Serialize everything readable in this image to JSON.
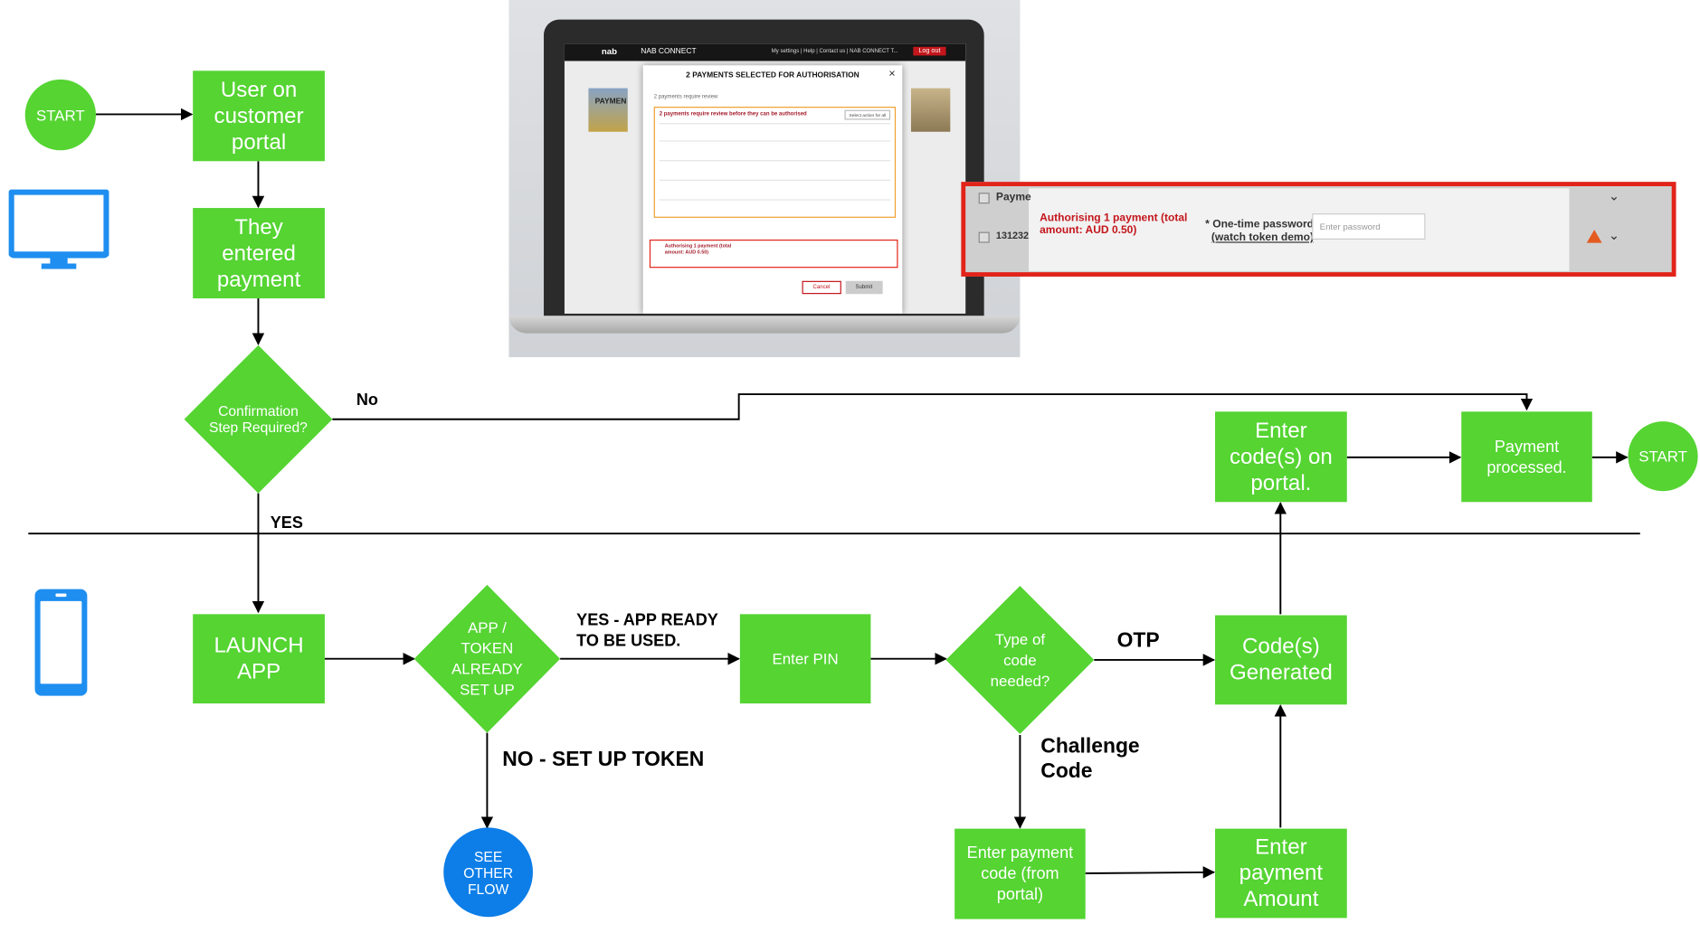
{
  "colors": {
    "node_green": "#55d432",
    "node_blue": "#0d7ee8",
    "device_blue": "#1e8ef0",
    "callout_red": "#e2231a",
    "line": "#000000"
  },
  "nodes": {
    "start_top": "START",
    "user_portal": "User on customer portal",
    "entered_payment": "They entered payment",
    "confirmation": "Confirmation Step Required?",
    "launch_app": "LAUNCH APP",
    "app_token": "APP / TOKEN ALREADY SET UP",
    "enter_pin": "Enter PIN",
    "type_code": "Type of code needed?",
    "codes_generated": "Code(s) Generated",
    "enter_codes_portal": "Enter code(s) on portal.",
    "payment_processed": "Payment processed.",
    "start_end": "START",
    "see_other_flow": "SEE OTHER FLOW",
    "enter_payment_code": "Enter payment code (from portal)",
    "enter_payment_amount": "Enter payment Amount"
  },
  "edge_labels": {
    "no": "No",
    "yes": "YES",
    "yes_app_ready": "YES - APP READY TO BE USED.",
    "no_setup_token": "NO - SET UP TOKEN",
    "otp": "OTP",
    "challenge_code": "Challenge Code"
  },
  "icons": {
    "desktop": "desktop-monitor-icon",
    "mobile": "mobile-phone-icon",
    "warning": "warning-triangle-icon",
    "close": "close-icon"
  },
  "screenshot": {
    "brand": "nab",
    "system": "NAB CONNECT",
    "nav_links": "My settings | Help | Contact us | NAB CONNECT T...",
    "logout": "Log out",
    "page_title": "PAYMEN",
    "modal_title": "2 PAYMENTS SELECTED FOR AUTHORISATION",
    "review_link": "2 payments require review",
    "box_heading": "2 payments require review before they can be authorised",
    "select_action": "Select action for all",
    "auth_summary": "Authorising 1 payment (total amount: AUD 0.50)",
    "cancel": "Cancel",
    "submit": "Submit"
  },
  "zoom": {
    "col_header": "Payme",
    "payment_id": "131232",
    "auth_summary": "Authorising 1 payment (total amount: AUD 0.50)",
    "otp_label": "* One-time password",
    "token_demo": "(watch token demo)",
    "password_placeholder": "Enter password"
  }
}
